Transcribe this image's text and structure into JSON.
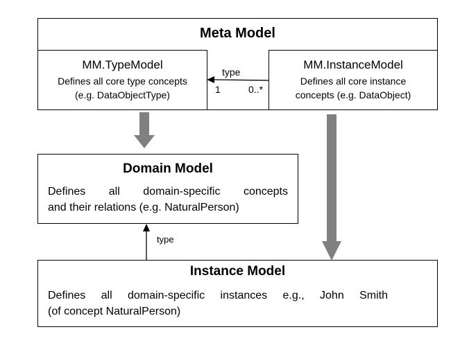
{
  "meta_model": {
    "title": "Meta Model",
    "type_model": {
      "title": "MM.TypeModel",
      "desc_lines": [
        "Defines all core type concepts",
        "(e.g. DataObjectType)"
      ]
    },
    "instance_model": {
      "title": "MM.InstanceModel",
      "desc_lines": [
        "Defines all core instance",
        "concepts (e.g. DataObject)"
      ]
    },
    "association": {
      "label": "type",
      "target_multiplicity": "1",
      "source_multiplicity": "0..*"
    }
  },
  "domain_model": {
    "title": "Domain Model",
    "desc_lines": [
      "Defines all domain-specific concepts",
      "and their relations (e.g. NaturalPerson)"
    ]
  },
  "domain_type_arrow": {
    "label": "type"
  },
  "instance_model": {
    "title": "Instance Model",
    "desc_lines": [
      "Defines all domain-specific instances e.g., John Smith",
      "(of concept NaturalPerson)"
    ]
  },
  "colors": {
    "line": "#000000",
    "arrow_gray": "#808080",
    "background": "#ffffff"
  }
}
